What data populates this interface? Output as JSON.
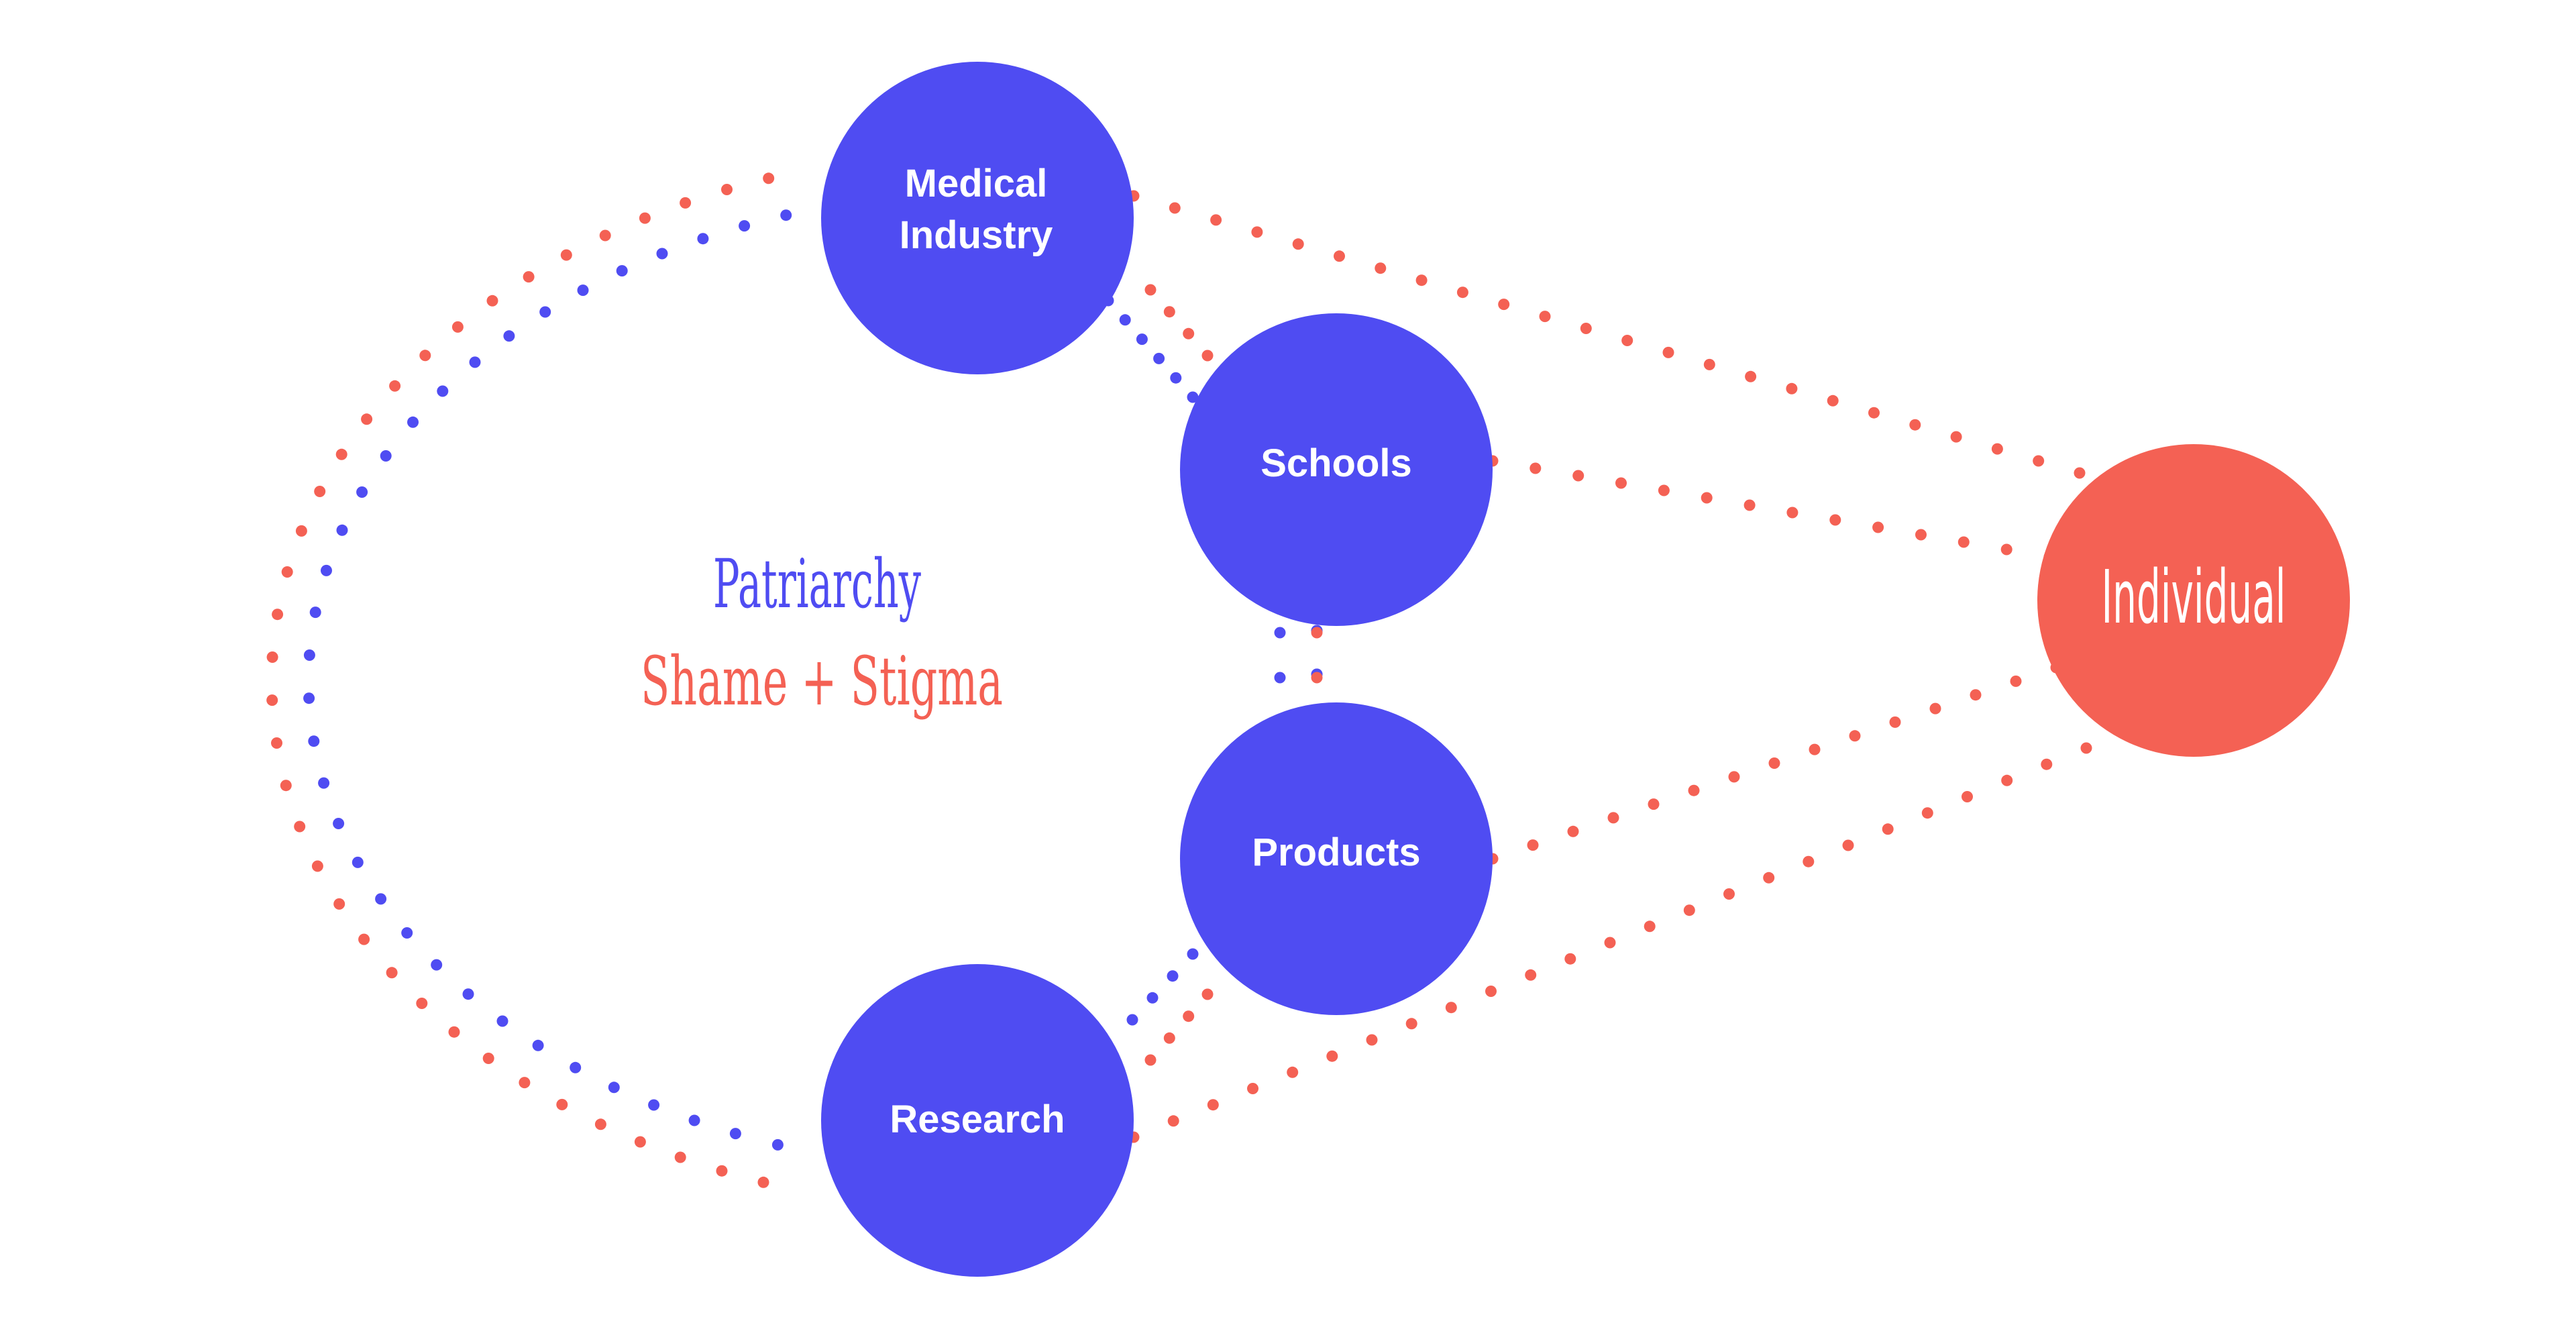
{
  "diagram": {
    "nodes": {
      "medical_industry": {
        "line1": "Medical",
        "line2": "Industry"
      },
      "schools": {
        "label": "Schools"
      },
      "products": {
        "label": "Products"
      },
      "research": {
        "label": "Research"
      },
      "individual": {
        "label": "Individual"
      }
    },
    "center": {
      "line1": "Patriarchy",
      "line2": "Shame + Stigma"
    }
  },
  "colors": {
    "institution": "#4f4cf2",
    "individual": "#f46154",
    "dot_blue": "#4f4cf2",
    "dot_red": "#f46154",
    "text_blue": "#4f4cf2",
    "text_red": "#f46154"
  }
}
